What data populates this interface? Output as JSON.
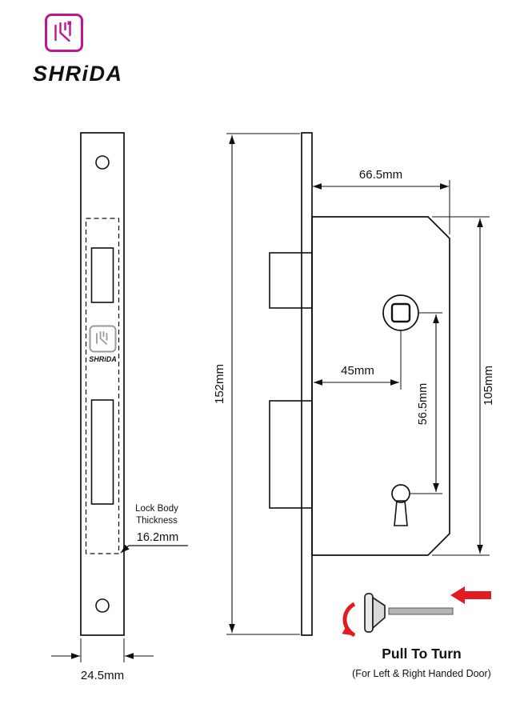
{
  "brand": {
    "name": "SHRiDA"
  },
  "colors": {
    "brand": "#C0158F",
    "line": "#111111",
    "accent_red": "#E11B22"
  },
  "left_view": {
    "width_dim": "24.5mm",
    "thickness_label_line1": "Lock Body",
    "thickness_label_line2": "Thickness",
    "thickness_value": "16.2mm"
  },
  "side_view": {
    "height_dim": "152mm",
    "body_width_dim": "66.5mm",
    "body_height_dim": "105mm",
    "backset_dim": "45mm",
    "spindle_to_keyhole_dim": "56.5mm"
  },
  "instruction": {
    "title": "Pull To Turn",
    "subtitle": "(For Left & Right Handed Door)"
  }
}
